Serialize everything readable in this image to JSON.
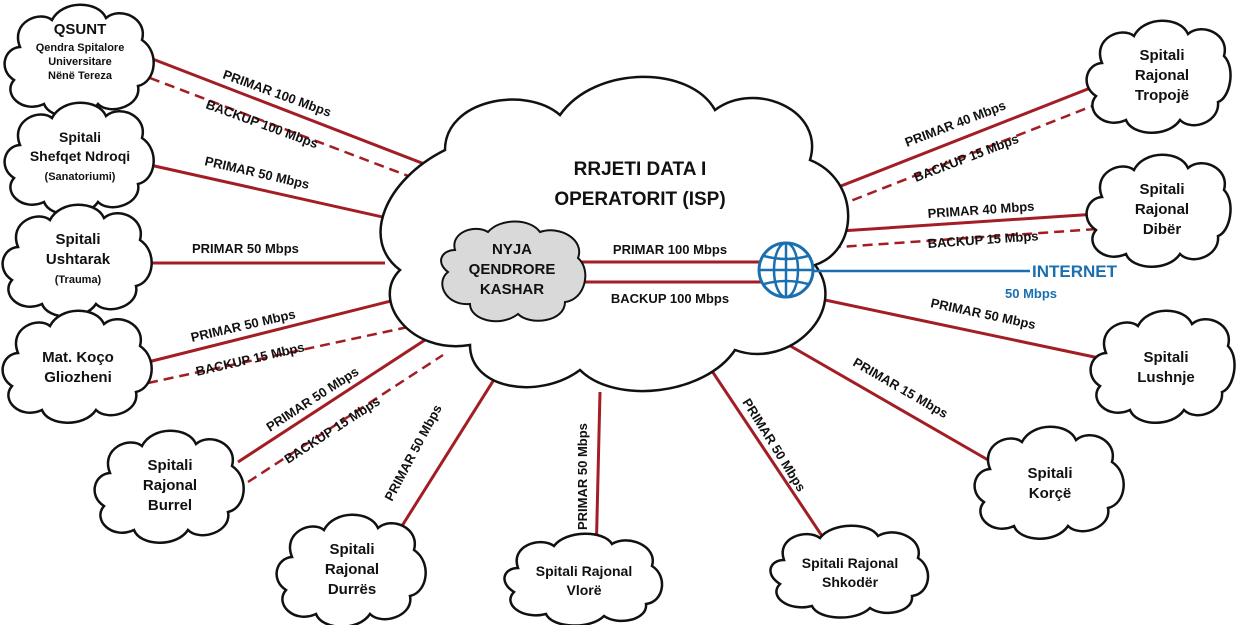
{
  "colors": {
    "link": "#a21d24",
    "internet": "#1a6fb0",
    "hub_fill": "#d9d9d9",
    "cloud_stroke": "#111111"
  },
  "core": {
    "title_line1": "RRJETI DATA I",
    "title_line2": "OPERATORIT (ISP)"
  },
  "hub": {
    "line1": "NYJA",
    "line2": "QENDRORE",
    "line3": "KASHAR"
  },
  "hub_links": {
    "primary": "PRIMAR 100 Mbps",
    "backup": "BACKUP 100 Mbps"
  },
  "internet": {
    "icon": "globe-icon",
    "label": "INTERNET",
    "speed": "50 Mbps"
  },
  "sites": {
    "qsunt": {
      "l1": "QSUNT",
      "l2": "Qendra Spitalore",
      "l3": "Universitare",
      "l4": "Nënë Tereza",
      "primary": "PRIMAR 100 Mbps",
      "backup": "BACKUP 100 Mbps"
    },
    "shefqet": {
      "l1": "Spitali",
      "l2": "Shefqet Ndroqi",
      "l3": "(Sanatoriumi)",
      "primary": "PRIMAR 50 Mbps"
    },
    "ushtarak": {
      "l1": "Spitali",
      "l2": "Ushtarak",
      "l3": "(Trauma)",
      "primary": "PRIMAR 50 Mbps"
    },
    "koco": {
      "l1": "Mat. Koço",
      "l2": "Gliozheni",
      "primary": "PRIMAR 50 Mbps",
      "backup": "BACKUP 15 Mbps"
    },
    "burrel": {
      "l1": "Spitali",
      "l2": "Rajonal",
      "l3": "Burrel",
      "primary": "PRIMAR 50 Mbps",
      "backup": "BACKUP 15 Mbps"
    },
    "durres": {
      "l1": "Spitali",
      "l2": "Rajonal",
      "l3": "Durrës",
      "primary": "PRIMAR 50 Mbps"
    },
    "vlore": {
      "l1": "Spitali Rajonal",
      "l2": "Vlorë",
      "primary": "PRIMAR 50 Mbps"
    },
    "shkoder": {
      "l1": "Spitali Rajonal",
      "l2": "Shkodër",
      "primary": "PRIMAR 50 Mbps"
    },
    "korce": {
      "l1": "Spitali",
      "l2": "Korçë",
      "primary": "PRIMAR 15 Mbps"
    },
    "lushnje": {
      "l1": "Spitali",
      "l2": "Lushnje",
      "primary": "PRIMAR 50 Mbps"
    },
    "diber": {
      "l1": "Spitali",
      "l2": "Rajonal",
      "l3": "Dibër",
      "primary": "PRIMAR 40 Mbps",
      "backup": "BACKUP 15 Mbps"
    },
    "tropoje": {
      "l1": "Spitali",
      "l2": "Rajonal",
      "l3": "Tropojë",
      "primary": "PRIMAR 40 Mbps",
      "backup": "BACKUP 15 Mbps"
    }
  }
}
